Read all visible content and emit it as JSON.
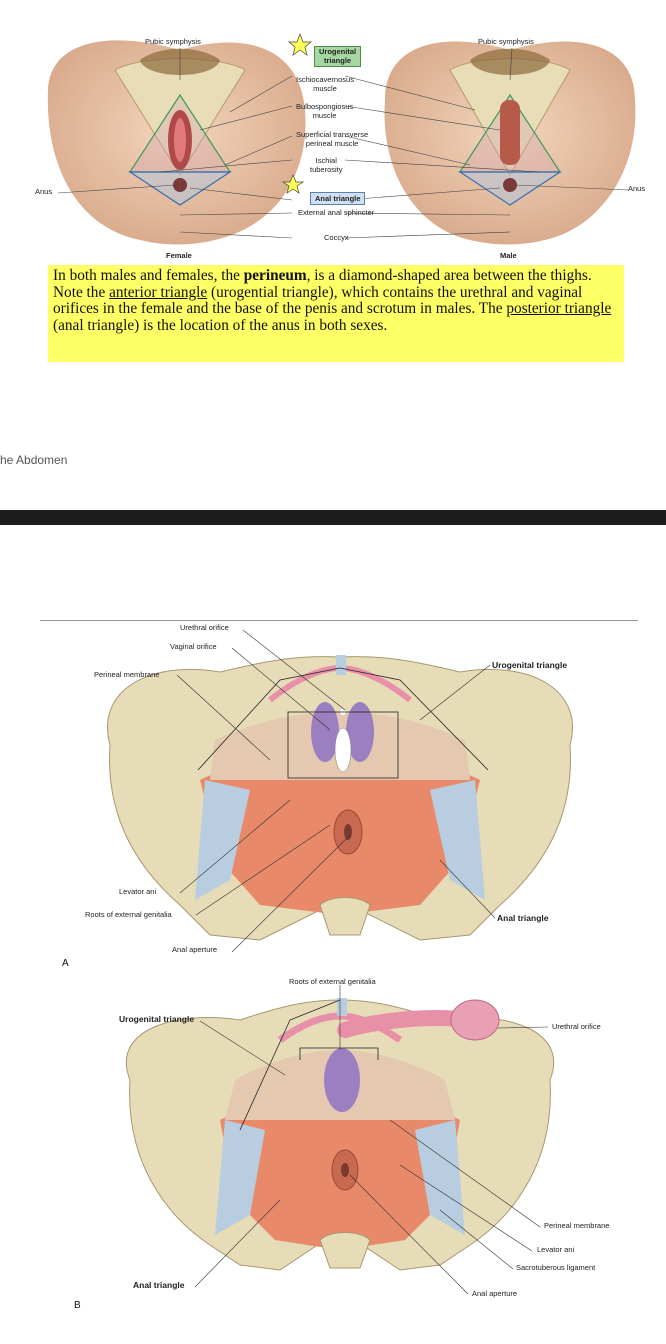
{
  "figure1": {
    "labels": {
      "pubic_symphysis_left": "Pubic symphysis",
      "pubic_symphysis_right": "Pubic symphysis",
      "urogenital_triangle": "Urogenital\ntriangle",
      "ischiocavernosus": "Ischiocavernosus\nmuscle",
      "bulbospongiosus": "Bulbospongiosus\nmuscle",
      "superficial_transverse": "Superficial transverse\nperineal muscle",
      "ischial_tuberosity": "Ischial\ntuberosity",
      "anal_triangle": "Anal triangle",
      "external_anal_sphincter": "External anal sphincter",
      "coccyx": "Coccyx",
      "anus_left": "Anus",
      "anus_right": "Anus",
      "female": "Female",
      "male": "Male"
    },
    "caption": {
      "p1": "In both males and females, the ",
      "bold": "perineum",
      "p2": ", is a diamond-shaped area between the thighs.  Note the ",
      "u1": "anterior triangle",
      "p3": " (urogential triangle), which contains the urethral and vaginal orifices in the female and the base of the penis and scrotum in males.  The ",
      "u2": "posterior triangle",
      "p4": " (anal triangle) is the location of the anus in both sexes."
    }
  },
  "footer_text": "he Abdomen",
  "figure2": {
    "panelA": {
      "letter": "A",
      "labels": {
        "urethral_orifice": "Urethral orifice",
        "vaginal_orifice": "Vaginal orifice",
        "perineal_membrane": "Perineal membrane",
        "urogenital_triangle": "Urogenital triangle",
        "levator_ani": "Levator ani",
        "roots_external_genitalia": "Roots of external genitalia",
        "anal_triangle": "Anal triangle",
        "anal_aperture": "Anal aperture"
      }
    },
    "panelB": {
      "letter": "B",
      "labels": {
        "roots_external_genitalia": "Roots of external genitalia",
        "urogenital_triangle": "Urogenital triangle",
        "urethral_orifice": "Urethral orifice",
        "perineal_membrane": "Perineal membrane",
        "levator_ani": "Levator ani",
        "sacrotuberous_ligament": "Sacrotuberous ligament",
        "anal_triangle": "Anal triangle",
        "anal_aperture": "Anal aperture"
      }
    }
  },
  "colors": {
    "skin": "#e8c3a5",
    "bone": "#e6dcb8",
    "muscle": "#e88a6a",
    "ligament": "#b8cde0",
    "pink": "#e890a8",
    "purple": "#9b7fc0",
    "caption_bg": "#ffff66"
  },
  "icons": [
    "star-icon"
  ]
}
